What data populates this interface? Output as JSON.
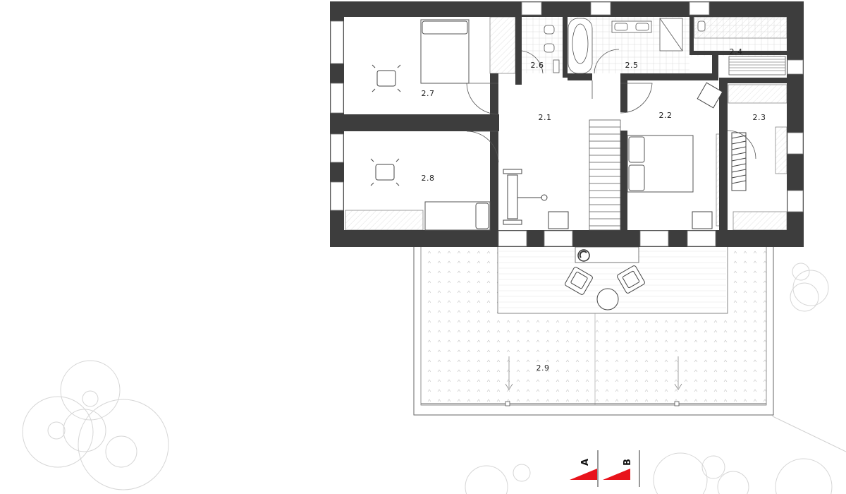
{
  "rooms": {
    "r21": "2.1",
    "r22": "2.2",
    "r23": "2.3",
    "r24": "2.4",
    "r25": "2.5",
    "r26": "2.6",
    "r27": "2.7",
    "r28": "2.8",
    "r29": "2.9"
  },
  "section_markers": {
    "a": "A",
    "b": "B"
  },
  "colors": {
    "wall": "#3d3d3d",
    "line": "#555555",
    "thin": "#8a8a8a",
    "marker": "#e8131b",
    "terrace_dot": "#b8b8b8"
  }
}
